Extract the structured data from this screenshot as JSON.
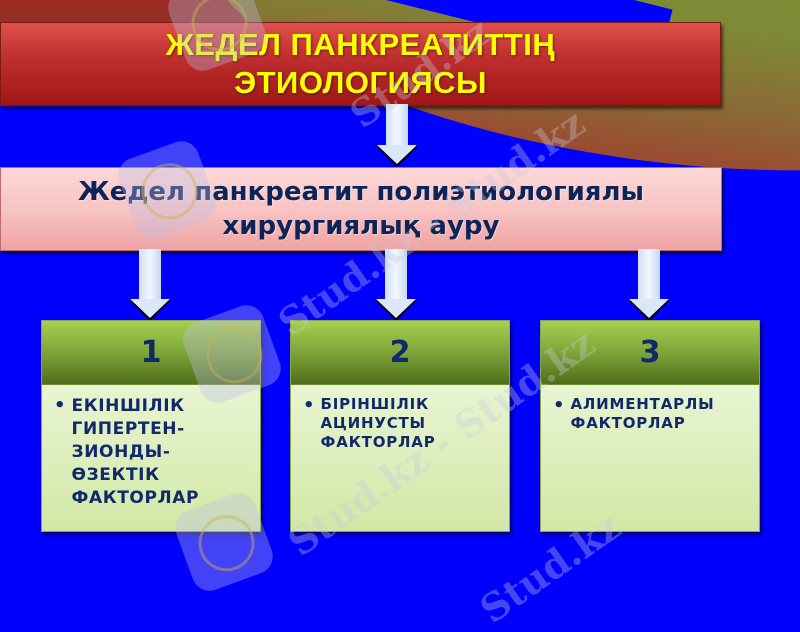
{
  "slide": {
    "background_color": "#0000ff",
    "title": {
      "lines": [
        "ЖЕДЕЛ ПАНКРЕАТИТТІҢ",
        "ЭТИОЛОГИЯСЫ"
      ],
      "text_color": "#ffff00",
      "box_color": "#b82020"
    },
    "subtitle": {
      "lines": [
        "Жедел панкреатит полиэтиологиялы",
        "хирургиялық ауру"
      ],
      "text_color": "#0d2458",
      "box_color": "#f8c4c4"
    },
    "cards": [
      {
        "number": "1",
        "bullet": "•",
        "text": "ЕКІНШІЛІК\nГИПЕРТЕН-\nЗИОНДЫ-\nӨЗЕКТІК\nФАКТОРЛАР"
      },
      {
        "number": "2",
        "bullet": "•",
        "text": "БІРІНШІЛІК\nАЦИНУСТЫ\nФАКТОРЛАР"
      },
      {
        "number": "3",
        "bullet": "•",
        "text": "АЛИМЕНТАРЛЫ\nФАКТОРЛАР"
      }
    ],
    "watermark_text": "Stud.kz",
    "watermark_text_long": "Stud.kz - Stud.kz"
  }
}
